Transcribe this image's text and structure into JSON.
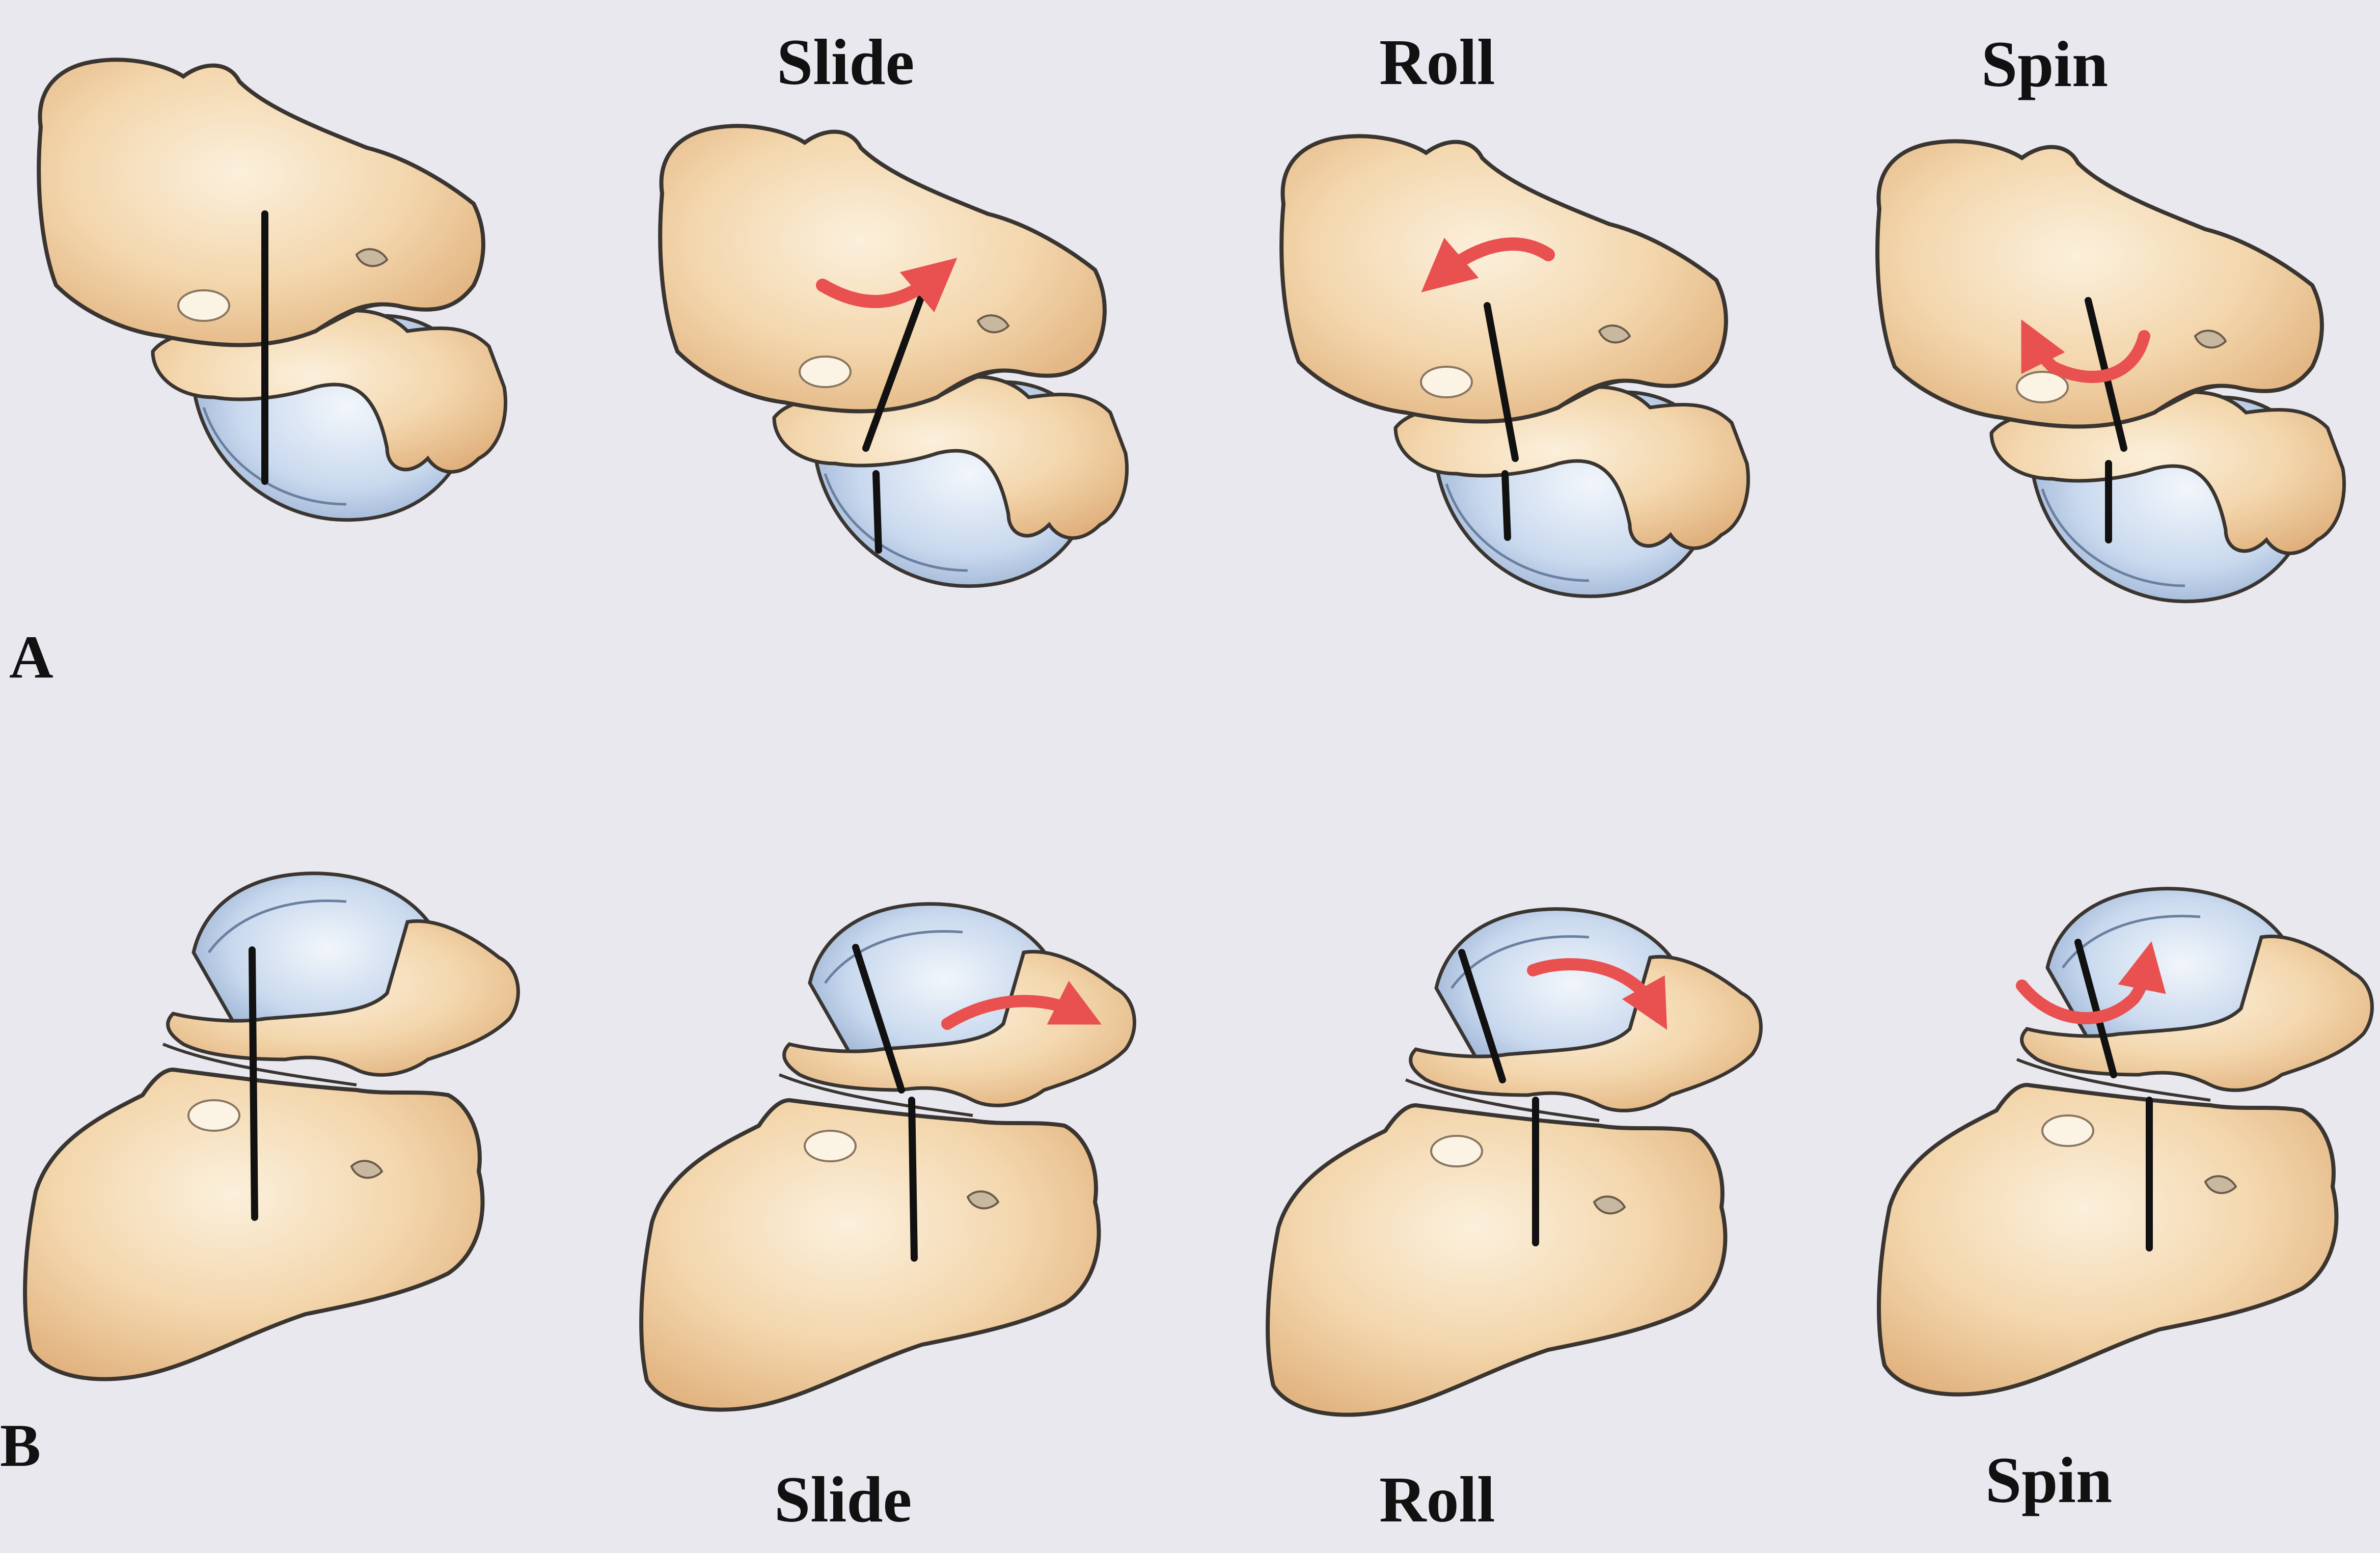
{
  "figure": {
    "row_a": {
      "letter": "A",
      "labels": [
        "Slide",
        "Roll",
        "Spin"
      ]
    },
    "row_b": {
      "letter": "B",
      "labels": [
        "Slide",
        "Roll",
        "Spin"
      ]
    }
  },
  "colors": {
    "background": "#e9e8ef",
    "bone": "#f1d3a8",
    "bone_shadow": "#dcae7a",
    "cartilage": "#bfd2ea",
    "outline": "#3a3530",
    "axis_line": "#111111",
    "arrow": "#e8514f"
  }
}
